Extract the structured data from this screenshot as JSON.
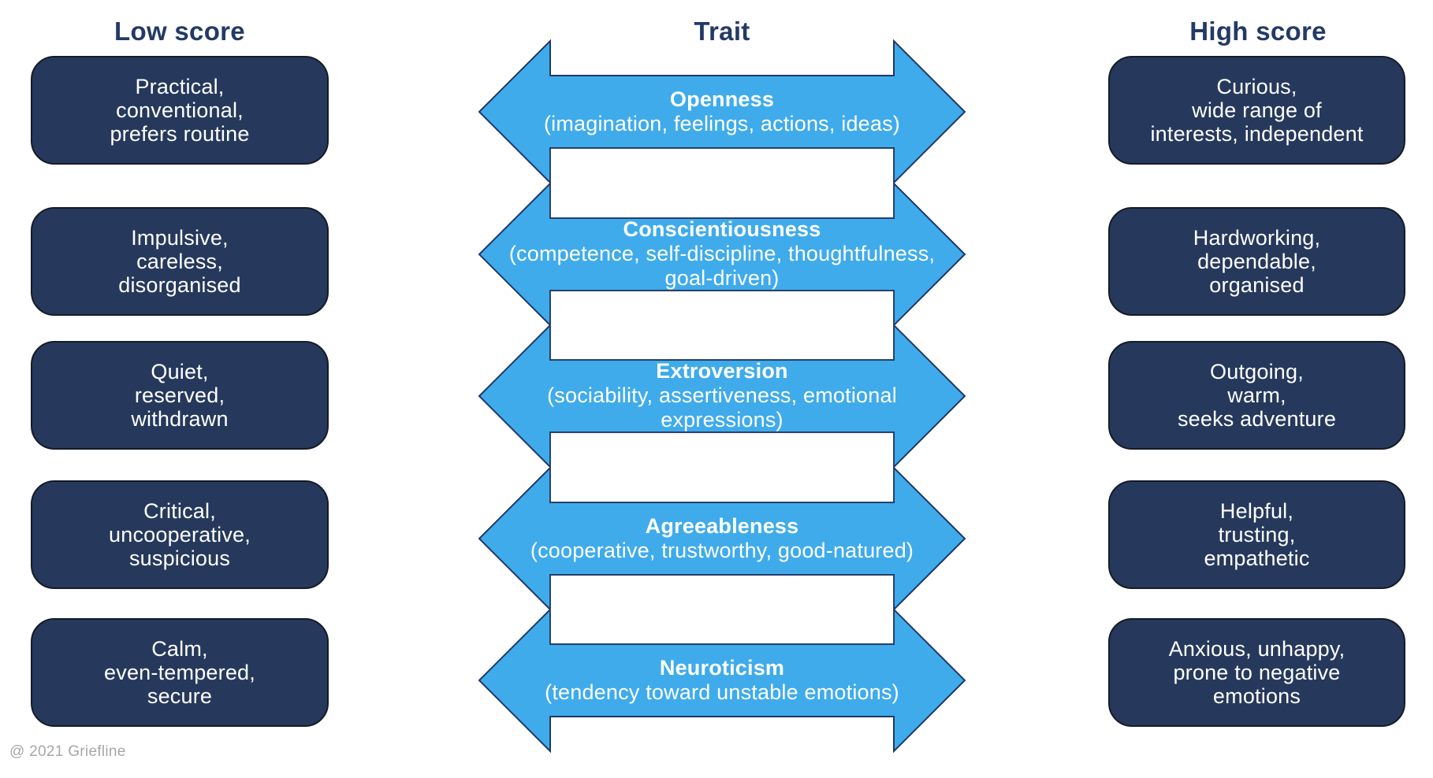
{
  "columns": {
    "low": {
      "header": "Low score"
    },
    "trait": {
      "header": "Trait"
    },
    "high": {
      "header": "High score"
    }
  },
  "rows": [
    {
      "trait": {
        "title": "Openness",
        "subtitle_lines": [
          "(imagination, feelings, actions, ideas)"
        ]
      },
      "low_lines": [
        "Practical,",
        "conventional,",
        "prefers routine"
      ],
      "high_lines": [
        "Curious,",
        "wide range of",
        "interests, independent"
      ]
    },
    {
      "trait": {
        "title": "Conscientiousness",
        "subtitle_lines": [
          "(competence, self-discipline, thoughtfulness,",
          "goal-driven)"
        ]
      },
      "low_lines": [
        "Impulsive,",
        "careless,",
        "disorganised"
      ],
      "high_lines": [
        "Hardworking,",
        "dependable,",
        "organised"
      ]
    },
    {
      "trait": {
        "title": "Extroversion",
        "subtitle_lines": [
          "(sociability, assertiveness, emotional",
          "expressions)"
        ]
      },
      "low_lines": [
        "Quiet,",
        "reserved,",
        "withdrawn"
      ],
      "high_lines": [
        "Outgoing,",
        "warm,",
        "seeks adventure"
      ]
    },
    {
      "trait": {
        "title": "Agreeableness",
        "subtitle_lines": [
          "(cooperative, trustworthy, good-natured)"
        ]
      },
      "low_lines": [
        "Critical,",
        "uncooperative,",
        "suspicious"
      ],
      "high_lines": [
        "Helpful,",
        "trusting,",
        "empathetic"
      ]
    },
    {
      "trait": {
        "title": "Neuroticism",
        "subtitle_lines": [
          "(tendency toward unstable emotions)"
        ]
      },
      "low_lines": [
        "Calm,",
        "even-tempered,",
        "secure"
      ],
      "high_lines": [
        "Anxious, unhappy,",
        "prone to negative",
        "emotions"
      ]
    }
  ],
  "footer": "@ 2021 Griefline",
  "colors": {
    "arrow_blue": "#3FABEB",
    "outline_navy": "#1F3864",
    "box_navy": "#26395C",
    "box_outline": "#161B26",
    "header_navy": "#233A66",
    "footer_gray": "#A7A7A7"
  }
}
